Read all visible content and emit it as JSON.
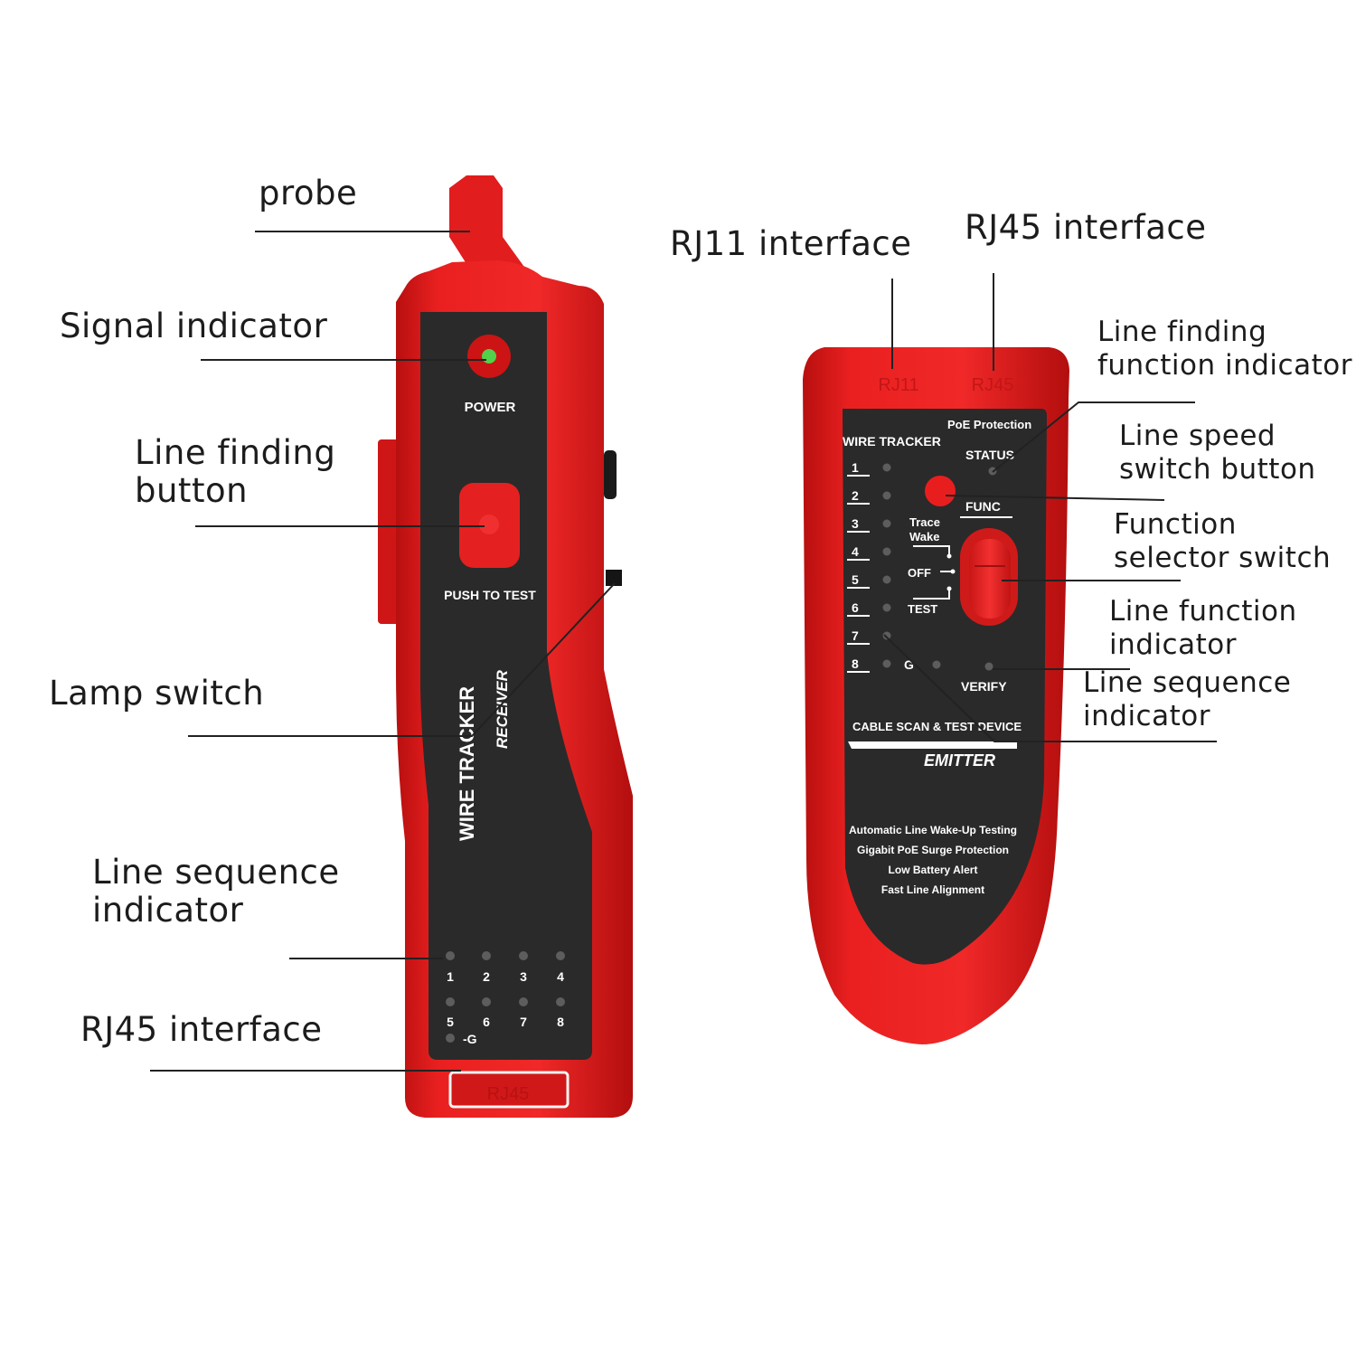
{
  "callouts": {
    "probe": "probe",
    "signal_indicator": "Signal indicator",
    "line_finding_button": "Line finding\nbutton",
    "lamp_switch": "Lamp switch",
    "line_sequence_indicator_left": "Line sequence\nindicator",
    "rj45_interface_left": "RJ45 interface",
    "rj11_interface": "RJ11 interface",
    "rj45_interface_right": "RJ45 interface",
    "line_finding_function_indicator": "Line finding\nfunction indicator",
    "line_speed_switch_button": "Line speed\nswitch button",
    "function_selector_switch": "Function\nselector switch",
    "line_function_indicator": "Line function\nindicator",
    "line_sequence_indicator_right": "Line sequence\nindicator"
  },
  "receiver": {
    "power_label": "POWER",
    "push_label": "PUSH TO TEST",
    "brand": "WIRE TRACKER",
    "model": "RECEIVER",
    "port_label": "RJ45",
    "leds": [
      {
        "label": "1"
      },
      {
        "label": "2"
      },
      {
        "label": "3"
      },
      {
        "label": "4"
      },
      {
        "label": "5"
      },
      {
        "label": "6"
      },
      {
        "label": "7"
      },
      {
        "label": "8"
      },
      {
        "label": "-G"
      }
    ]
  },
  "emitter": {
    "port_rj11": "RJ11",
    "port_rj45": "RJ45",
    "brand": "WIRE TRACKER",
    "poe": "PoE Protection",
    "status": "STATUS",
    "func": "FUNC",
    "trace_wake": [
      "Trace",
      "Wake"
    ],
    "off": "OFF",
    "test": "TEST",
    "g": "G",
    "verify": "VERIFY",
    "channels": [
      "1",
      "2",
      "3",
      "4",
      "5",
      "6",
      "7",
      "8"
    ],
    "device_line": "CABLE SCAN & TEST DEVICE",
    "model": "EMITTER",
    "features": [
      "Automatic Line Wake-Up Testing",
      "Gigabit PoE Surge Protection",
      "Low Battery Alert",
      "Fast Line Alignment"
    ]
  },
  "colors": {
    "body_red": "#e81c1c",
    "dark_panel": "#2a2a2a",
    "led_green": "#52d14a"
  }
}
